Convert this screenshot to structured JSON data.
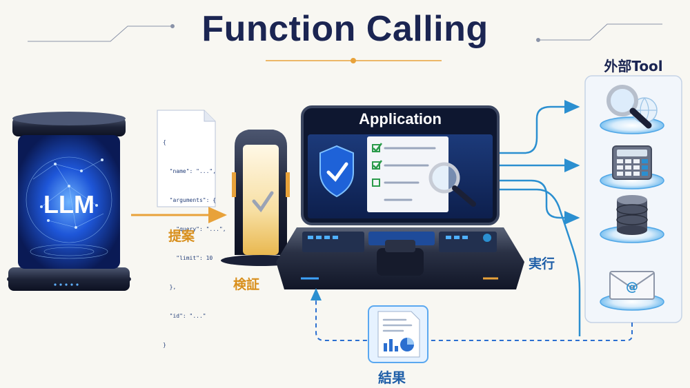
{
  "title": "Function Calling",
  "llm": {
    "label": "LLM"
  },
  "proposal": {
    "label": "提案",
    "json_lines": [
      "{",
      "  \"name\": \"...\",",
      "  \"arguments\": {",
      "    \"query\": \"...\",",
      "    \"limit\": 10",
      "  },",
      "  \"id\": \"...\"",
      "}"
    ]
  },
  "validation": {
    "label": "検証"
  },
  "application": {
    "title": "Application"
  },
  "execution": {
    "label": "実行"
  },
  "tools": {
    "title": "外部Tool",
    "items": [
      {
        "icon": "search-globe-icon"
      },
      {
        "icon": "calculator-icon"
      },
      {
        "icon": "database-icon"
      },
      {
        "icon": "email-icon"
      }
    ]
  },
  "result": {
    "label": "結果"
  },
  "colors": {
    "navy": "#1b2552",
    "orange": "#e8a23a",
    "blue": "#2b8fd0",
    "glow": "#1e6cff"
  }
}
